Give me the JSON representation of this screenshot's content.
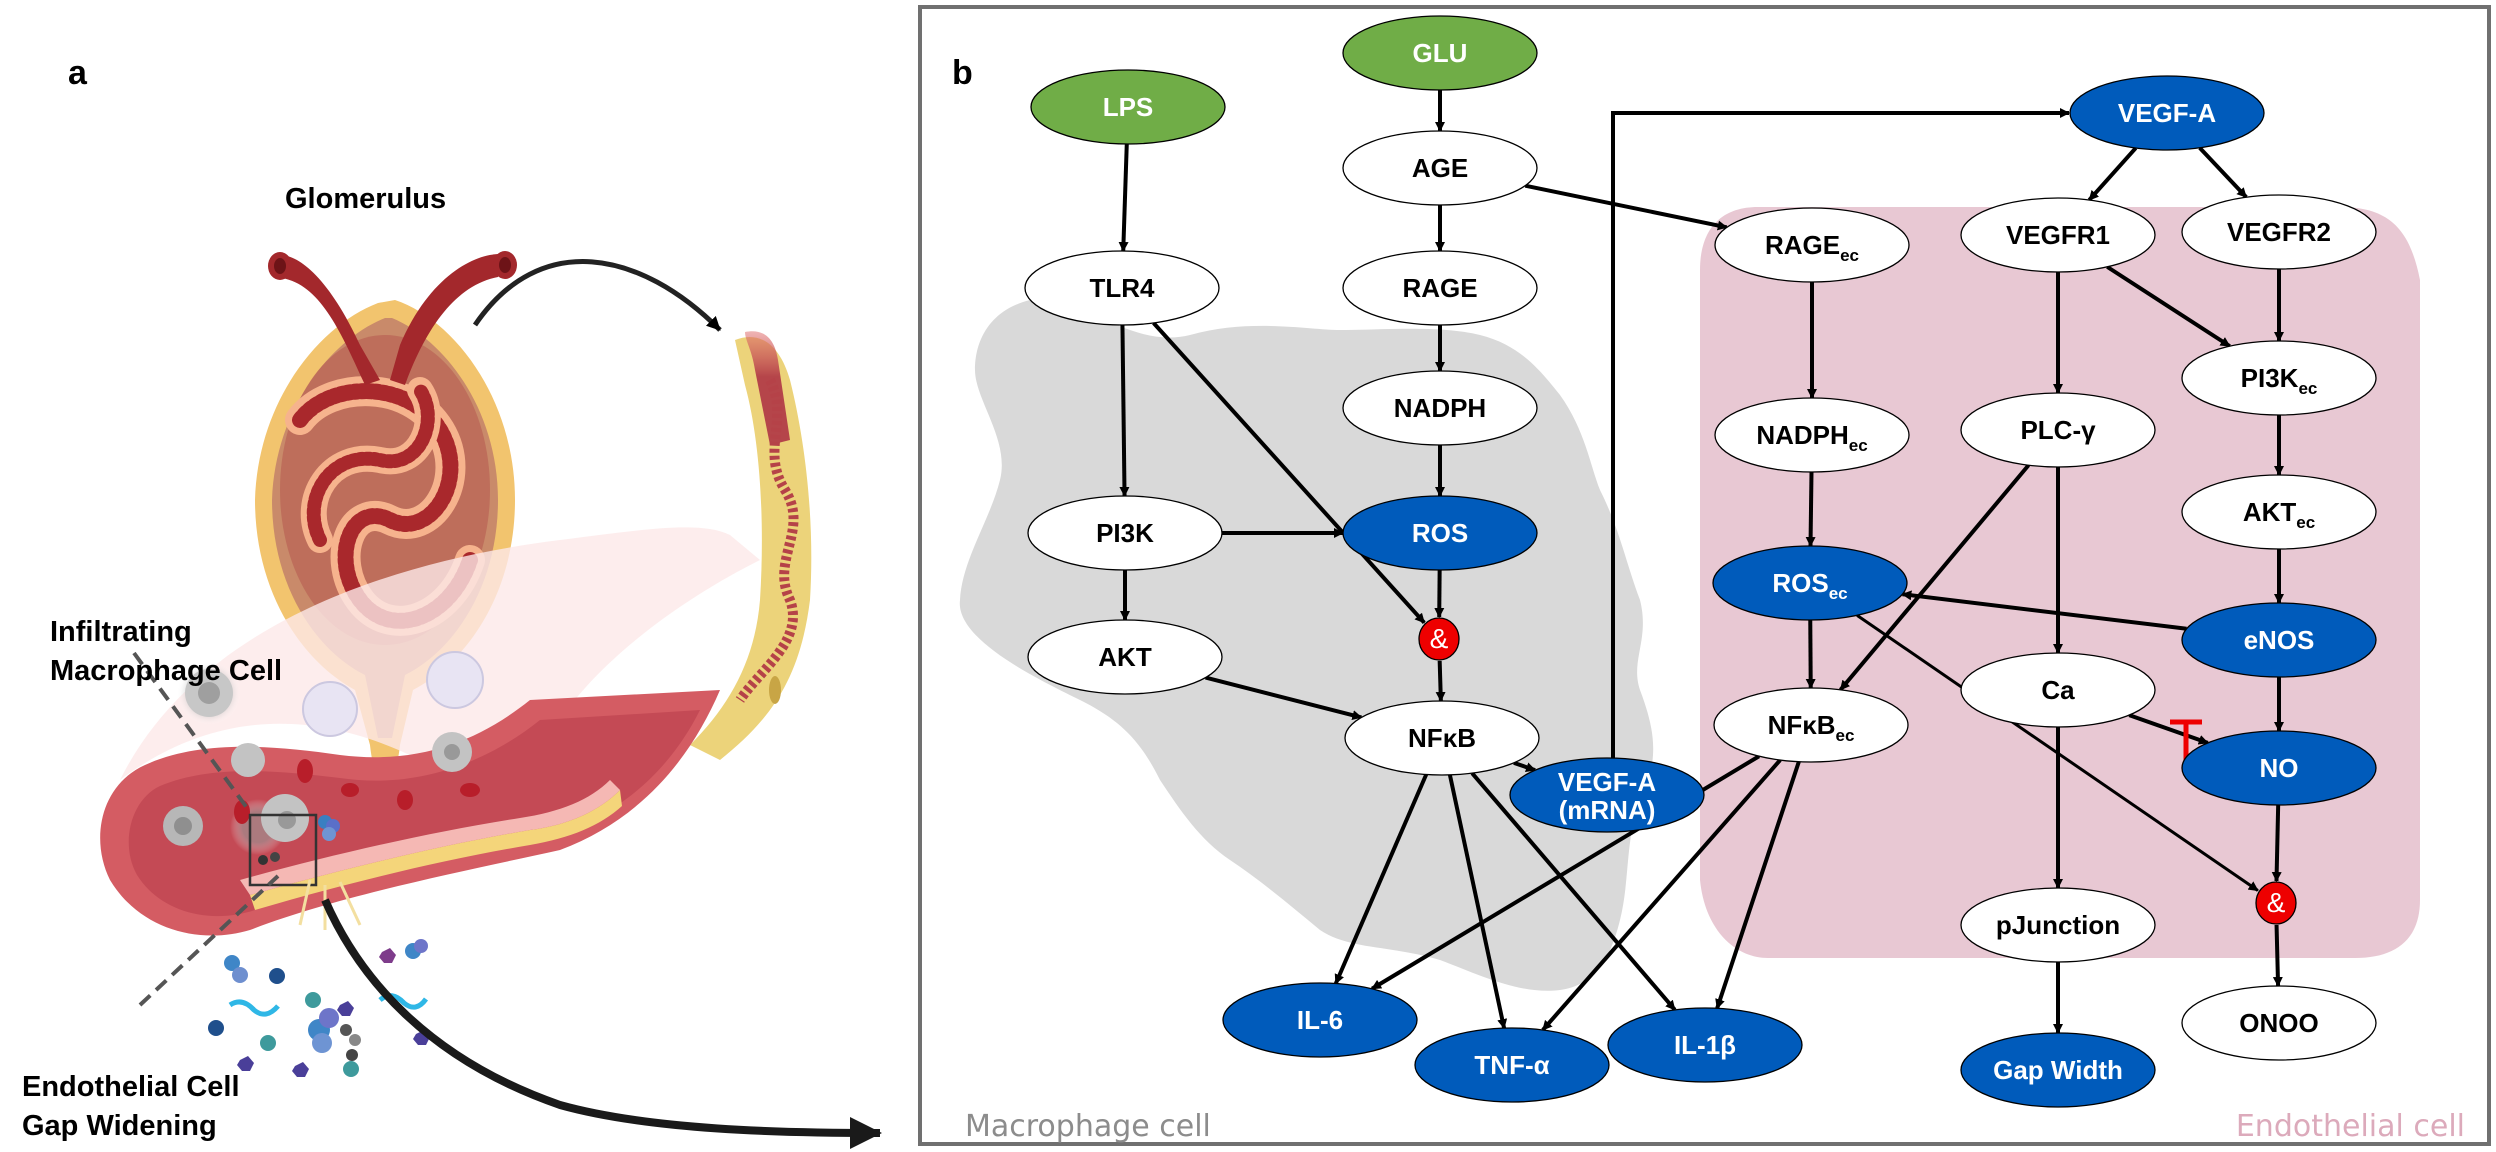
{
  "panel_a": {
    "letter": "a",
    "glomerulus_label": "Glomerulus",
    "macrophage_label_line1": "Infiltrating",
    "macrophage_label_line2": "Macrophage Cell",
    "gap_label_line1": "Endothelial Cell",
    "gap_label_line2": "Gap Widening"
  },
  "panel_b": {
    "letter": "b",
    "macrophage_region_label": "Macrophage cell",
    "endothelial_region_label": "Endothelial cell",
    "colors": {
      "input_node": "#70ad47",
      "output_node": "#005bbb",
      "intermediate_node": "#ffffff",
      "and_gate": "#ee0000",
      "inhibition_edge": "#ee0000",
      "macrophage_region": "#d9d9d9",
      "endothelial_region": "#e8c8d3",
      "macrophage_label_color": "#8c8c8c",
      "endothelial_label_color": "#dcaabb"
    },
    "nodes": [
      {
        "id": "LPS",
        "label": "LPS",
        "sub": "",
        "type": "input"
      },
      {
        "id": "GLU",
        "label": "GLU",
        "sub": "",
        "type": "input"
      },
      {
        "id": "AGE",
        "label": "AGE",
        "sub": "",
        "type": "intermediate"
      },
      {
        "id": "RAGE",
        "label": "RAGE",
        "sub": "",
        "type": "intermediate"
      },
      {
        "id": "NADPH",
        "label": "NADPH",
        "sub": "",
        "type": "intermediate"
      },
      {
        "id": "ROS",
        "label": "ROS",
        "sub": "",
        "type": "output"
      },
      {
        "id": "AND1",
        "label": "&",
        "sub": "",
        "type": "and"
      },
      {
        "id": "NFKB",
        "label": "NFκB",
        "sub": "",
        "type": "intermediate"
      },
      {
        "id": "TLR4",
        "label": "TLR4",
        "sub": "",
        "type": "intermediate"
      },
      {
        "id": "PI3K",
        "label": "PI3K",
        "sub": "",
        "type": "intermediate"
      },
      {
        "id": "AKT",
        "label": "AKT",
        "sub": "",
        "type": "intermediate"
      },
      {
        "id": "VEGFA_MRNA",
        "label": "VEGF-A",
        "label2": "(mRNA)",
        "sub": "",
        "type": "output"
      },
      {
        "id": "IL6",
        "label": "IL-6",
        "sub": "",
        "type": "output"
      },
      {
        "id": "TNFA",
        "label": "TNF-α",
        "sub": "",
        "type": "output"
      },
      {
        "id": "IL1B",
        "label": "IL-1β",
        "sub": "",
        "type": "output"
      },
      {
        "id": "VEGFA",
        "label": "VEGF-A",
        "sub": "",
        "type": "output"
      },
      {
        "id": "RAGE_EC",
        "label": "RAGE",
        "sub": "ec",
        "type": "intermediate"
      },
      {
        "id": "VEGFR1",
        "label": "VEGFR1",
        "sub": "",
        "type": "intermediate"
      },
      {
        "id": "VEGFR2",
        "label": "VEGFR2",
        "sub": "",
        "type": "intermediate"
      },
      {
        "id": "NADPH_EC",
        "label": "NADPH",
        "sub": "ec",
        "type": "intermediate"
      },
      {
        "id": "PLCG",
        "label": "PLC-γ",
        "sub": "",
        "type": "intermediate"
      },
      {
        "id": "PI3K_EC",
        "label": "PI3K",
        "sub": "ec",
        "type": "intermediate"
      },
      {
        "id": "AKT_EC",
        "label": "AKT",
        "sub": "ec",
        "type": "intermediate"
      },
      {
        "id": "ROS_EC",
        "label": "ROS",
        "sub": "ec",
        "type": "output"
      },
      {
        "id": "ENOS",
        "label": "eNOS",
        "sub": "",
        "type": "output"
      },
      {
        "id": "NFKB_EC",
        "label": "NFκB",
        "sub": "ec",
        "type": "intermediate"
      },
      {
        "id": "CA",
        "label": "Ca",
        "sub": "",
        "type": "intermediate"
      },
      {
        "id": "NO",
        "label": "NO",
        "sub": "",
        "type": "output"
      },
      {
        "id": "AND2",
        "label": "&",
        "sub": "",
        "type": "and"
      },
      {
        "id": "PJUNCTION",
        "label": "pJunction",
        "sub": "",
        "type": "intermediate"
      },
      {
        "id": "ONOO",
        "label": "ONOO",
        "sub": "",
        "type": "intermediate"
      },
      {
        "id": "GAPWIDTH",
        "label": "Gap Width",
        "sub": "",
        "type": "output"
      }
    ],
    "edges": [
      {
        "from": "LPS",
        "to": "TLR4",
        "type": "activate"
      },
      {
        "from": "GLU",
        "to": "AGE",
        "type": "activate"
      },
      {
        "from": "AGE",
        "to": "RAGE",
        "type": "activate"
      },
      {
        "from": "AGE",
        "to": "RAGE_EC",
        "type": "activate"
      },
      {
        "from": "RAGE",
        "to": "NADPH",
        "type": "activate"
      },
      {
        "from": "NADPH",
        "to": "ROS",
        "type": "activate"
      },
      {
        "from": "TLR4",
        "to": "PI3K",
        "type": "activate"
      },
      {
        "from": "TLR4",
        "to": "AND1",
        "type": "activate"
      },
      {
        "from": "PI3K",
        "to": "ROS",
        "type": "activate"
      },
      {
        "from": "PI3K",
        "to": "AKT",
        "type": "activate"
      },
      {
        "from": "ROS",
        "to": "AND1",
        "type": "activate"
      },
      {
        "from": "AND1",
        "to": "NFKB",
        "type": "activate"
      },
      {
        "from": "AKT",
        "to": "NFKB",
        "type": "activate"
      },
      {
        "from": "NFKB",
        "to": "VEGFA_MRNA",
        "type": "activate"
      },
      {
        "from": "NFKB",
        "to": "IL6",
        "type": "activate"
      },
      {
        "from": "NFKB",
        "to": "TNFA",
        "type": "activate"
      },
      {
        "from": "NFKB",
        "to": "IL1B",
        "type": "activate"
      },
      {
        "from": "VEGFA_MRNA",
        "to": "VEGFA",
        "type": "activate"
      },
      {
        "from": "VEGFA",
        "to": "VEGFR1",
        "type": "activate"
      },
      {
        "from": "VEGFA",
        "to": "VEGFR2",
        "type": "activate"
      },
      {
        "from": "RAGE_EC",
        "to": "NADPH_EC",
        "type": "activate"
      },
      {
        "from": "NADPH_EC",
        "to": "ROS_EC",
        "type": "activate"
      },
      {
        "from": "VEGFR1",
        "to": "PLCG",
        "type": "activate"
      },
      {
        "from": "VEGFR1",
        "to": "PI3K_EC",
        "type": "activate"
      },
      {
        "from": "VEGFR2",
        "to": "PI3K_EC",
        "type": "activate"
      },
      {
        "from": "PI3K_EC",
        "to": "AKT_EC",
        "type": "activate"
      },
      {
        "from": "AKT_EC",
        "to": "ENOS",
        "type": "activate"
      },
      {
        "from": "PLCG",
        "to": "CA",
        "type": "activate"
      },
      {
        "from": "PLCG",
        "to": "NFKB_EC",
        "type": "activate"
      },
      {
        "from": "ENOS",
        "to": "ROS_EC",
        "type": "activate"
      },
      {
        "from": "ENOS",
        "to": "NO",
        "type": "activate"
      },
      {
        "from": "ROS_EC",
        "to": "NFKB_EC",
        "type": "activate"
      },
      {
        "from": "ROS_EC",
        "to": "AND2",
        "type": "activate"
      },
      {
        "from": "CA",
        "to": "NO",
        "type": "activate"
      },
      {
        "from": "NO",
        "to": "CA",
        "type": "inhibit"
      },
      {
        "from": "NO",
        "to": "AND2",
        "type": "activate"
      },
      {
        "from": "AND2",
        "to": "ONOO",
        "type": "activate"
      },
      {
        "from": "CA",
        "to": "PJUNCTION",
        "type": "activate"
      },
      {
        "from": "PJUNCTION",
        "to": "GAPWIDTH",
        "type": "activate"
      },
      {
        "from": "NFKB_EC",
        "to": "IL6",
        "type": "activate"
      },
      {
        "from": "NFKB_EC",
        "to": "TNFA",
        "type": "activate"
      },
      {
        "from": "NFKB_EC",
        "to": "IL1B",
        "type": "activate"
      }
    ]
  }
}
